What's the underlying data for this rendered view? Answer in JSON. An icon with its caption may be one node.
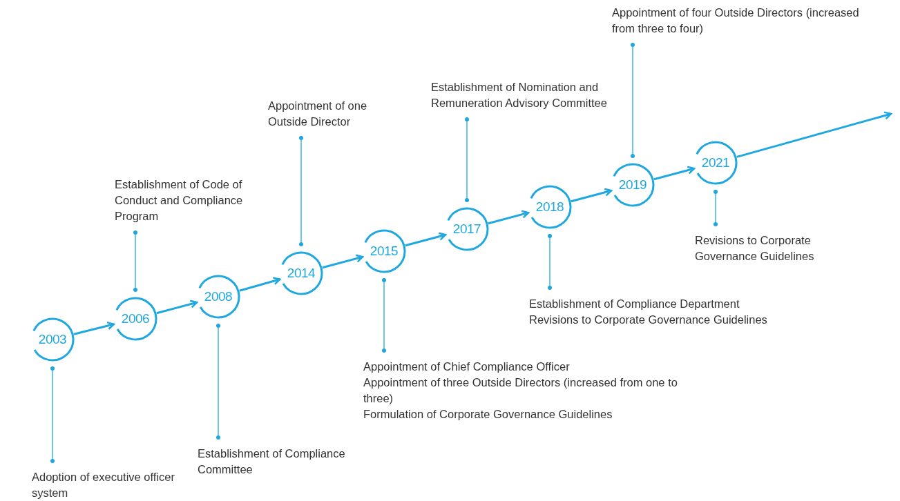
{
  "diagram": {
    "nodes": [
      {
        "text": [
          "2003"
        ]
      },
      {
        "text": [
          "Adoption of executive officer system"
        ]
      },
      {
        "text": [
          "2006"
        ]
      },
      {
        "text": [
          "Establishment of Code of Conduct and Compliance Program"
        ]
      },
      {
        "text": [
          "2008"
        ]
      },
      {
        "text": [
          "Establishment of Compliance Committee"
        ]
      },
      {
        "text": [
          "2014"
        ]
      },
      {
        "text": [
          "Appointment of one Outside Director"
        ]
      },
      {
        "text": [
          "2015"
        ]
      },
      {
        "text": [
          "Appointment of Chief Compliance Officer",
          "Appointment of three Outside Directors (increased from one to three)",
          "Formulation of Corporate Governance Guidelines"
        ]
      },
      {
        "text": [
          "2017"
        ]
      },
      {
        "text": [
          "Establishment of Nomination and Remuneration Advisory Committee"
        ]
      },
      {
        "text": [
          "2018"
        ]
      },
      {
        "text": [
          "Establishment of Compliance Department",
          "Revisions to Corporate Governance Guidelines"
        ]
      },
      {
        "text": [
          "2019"
        ]
      },
      {
        "text": [
          "Appointment of four Outside Directors (increased from three to four)"
        ]
      },
      {
        "text": [
          "2021"
        ]
      },
      {
        "text": [
          "Revisions to Corporate Governance Guidelines"
        ]
      }
    ],
    "edges": [
      {
        "from": 0,
        "to": 2,
        "arrow": "to"
      },
      {
        "from": 2,
        "to": 4,
        "arrow": "to"
      },
      {
        "from": 4,
        "to": 6,
        "arrow": "to"
      },
      {
        "from": 6,
        "to": 8,
        "arrow": "to"
      },
      {
        "from": 8,
        "to": 10,
        "arrow": "to"
      },
      {
        "from": 10,
        "to": 12,
        "arrow": "to"
      },
      {
        "from": 12,
        "to": 14,
        "arrow": "to"
      },
      {
        "from": 14,
        "to": 16,
        "arrow": "to"
      },
      {
        "from": 16,
        "to": null,
        "arrow": "to"
      },
      {
        "from": 1,
        "to": 0,
        "arrow": "other"
      },
      {
        "from": 3,
        "to": 2,
        "arrow": "other"
      },
      {
        "from": 5,
        "to": 4,
        "arrow": "other"
      },
      {
        "from": 7,
        "to": 6,
        "arrow": "other"
      },
      {
        "from": 9,
        "to": 8,
        "arrow": "other"
      },
      {
        "from": 11,
        "to": 10,
        "arrow": "other"
      },
      {
        "from": 13,
        "to": 12,
        "arrow": "other"
      },
      {
        "from": 15,
        "to": 14,
        "arrow": "other"
      },
      {
        "from": 17,
        "to": 16,
        "arrow": "other"
      }
    ]
  }
}
